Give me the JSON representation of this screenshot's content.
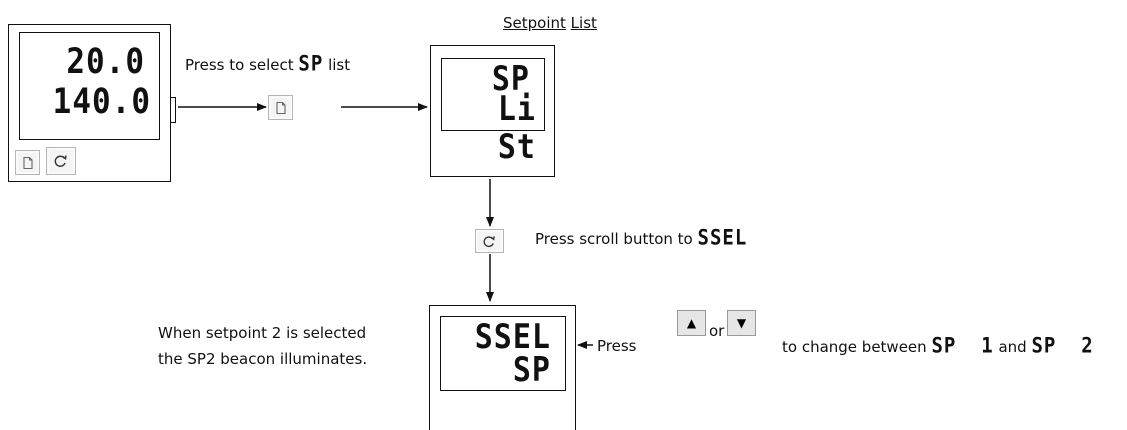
{
  "header": {
    "title_part1": "Setpoint",
    "title_part2": "List"
  },
  "controller": {
    "line1": "20.0",
    "line2": "140.0"
  },
  "step1": {
    "text_prefix": "Press to select",
    "seg": "SP",
    "text_suffix": "list"
  },
  "sp_list_display": {
    "line1": "SP",
    "line2": "Li St"
  },
  "step2": {
    "text": "Press scroll button to",
    "seg": "SSEL"
  },
  "ssel_display": {
    "line1": "SSEL",
    "line2": "SP"
  },
  "note": {
    "line1": "When setpoint 2 is selected",
    "line2": "the SP2 beacon illuminates."
  },
  "step3": {
    "press": "Press",
    "or": "or",
    "change_text": "to change between",
    "seg1": "SP  1",
    "and": "and",
    "seg2": "SP  2"
  },
  "icons": {
    "page": "page-icon",
    "scroll": "scroll-icon",
    "up": "up-arrow-icon",
    "down": "down-arrow-icon"
  }
}
